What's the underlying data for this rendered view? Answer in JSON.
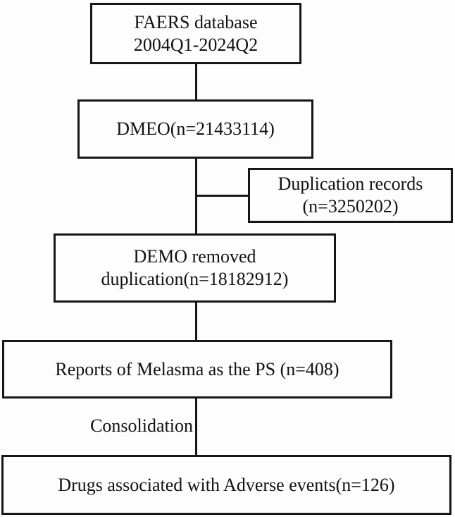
{
  "flowchart": {
    "description": "FAERS melasma study selection flowchart",
    "nodes": [
      {
        "id": "faers",
        "lines": [
          "FAERS database",
          "2004Q1-2024Q2"
        ]
      },
      {
        "id": "dmeo",
        "lines": [
          "DMEO(n=21433114)"
        ]
      },
      {
        "id": "duplication",
        "lines": [
          "Duplication records",
          "(n=3250202)"
        ]
      },
      {
        "id": "demo",
        "lines": [
          "DEMO removed",
          "duplication(n=18182912)"
        ]
      },
      {
        "id": "reports",
        "lines": [
          "Reports of Melasma as the PS (n=408)"
        ]
      },
      {
        "id": "drugs",
        "lines": [
          "Drugs associated with Adverse events(n=126)"
        ]
      }
    ],
    "edge_label": "Consolidation",
    "colors": {
      "border": "#161616",
      "text": "#121212",
      "background": "#fdfdfd",
      "box_fill": "#fdfdfd"
    }
  }
}
